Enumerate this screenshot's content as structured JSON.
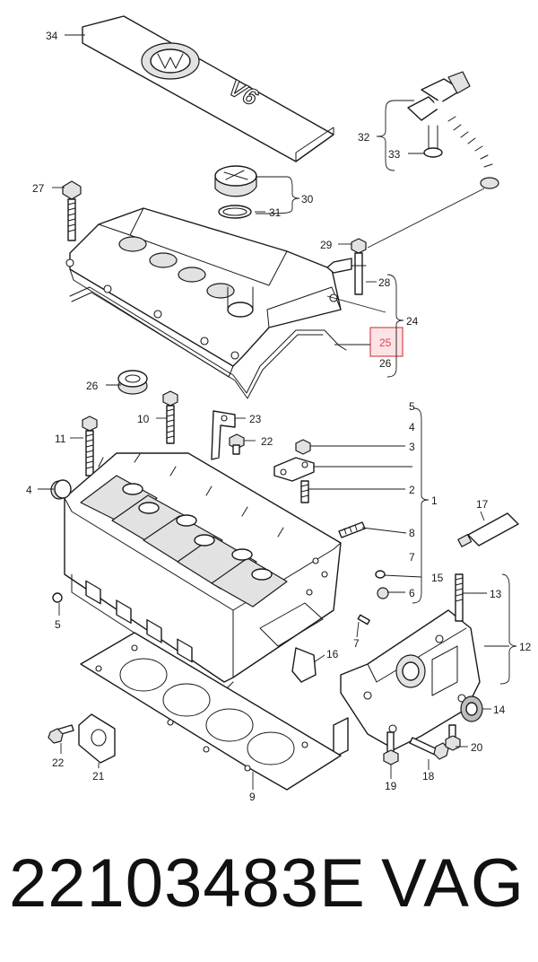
{
  "diagram": {
    "engine_badge": "V6",
    "highlighted_callout": "25",
    "highlight_color": "#d9474f",
    "callouts": [
      "34",
      "32",
      "33",
      "27",
      "30",
      "31",
      "29",
      "28",
      "24",
      "25",
      "26",
      "26",
      "23",
      "10",
      "22",
      "11",
      "5",
      "4",
      "3",
      "2",
      "1",
      "8",
      "7",
      "15",
      "6",
      "17",
      "13",
      "12",
      "5",
      "16",
      "7",
      "14",
      "20",
      "22",
      "21",
      "9",
      "19",
      "18"
    ]
  },
  "footer": {
    "part_number": "22103483E",
    "brand": "VAG"
  }
}
